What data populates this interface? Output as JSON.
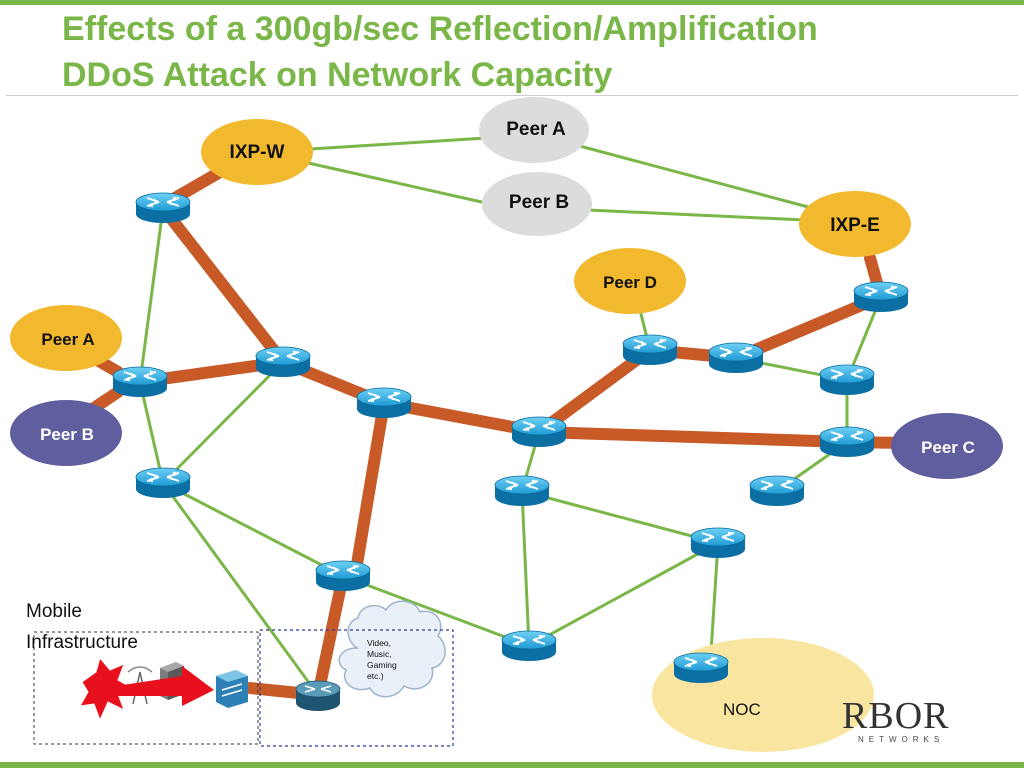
{
  "slide": {
    "title_line1": "Effects of a 300gb/sec Reflection/Amplification",
    "title_line2": "DDoS Attack on Network Capacity"
  },
  "peers": {
    "ixp_w": "IXP-W",
    "ixp_e": "IXP-E",
    "peer_a_top": "Peer A",
    "peer_b_top": "Peer B",
    "peer_d": "Peer D",
    "peer_a_left": "Peer A",
    "peer_b_left": "Peer B",
    "peer_c": "Peer C"
  },
  "mobile": {
    "line1": "Mobile",
    "line2": "Infrastructure"
  },
  "cloud": {
    "line1": "Video,",
    "line2": "Music,",
    "line3": "Gaming",
    "line4": "etc.)"
  },
  "noc": "NOC",
  "logo": {
    "main": "RBOR",
    "sub": "NETWORKS"
  },
  "colors": {
    "title_green": "#7ab648",
    "link_green": "#7ab648",
    "attack_link": "#c85a28",
    "yellow_peer": "#f2b82e",
    "gray_peer": "#dcdcdc",
    "purple_peer": "#5f5e9e",
    "router_blue": "#1a8ec2",
    "noc_fill": "#f8e6a0",
    "attack_red": "#e8101c"
  },
  "icons": [
    "router-icon",
    "cloud-icon",
    "explosion-icon",
    "cell-tower-icon",
    "server-icon",
    "switch-icon"
  ]
}
